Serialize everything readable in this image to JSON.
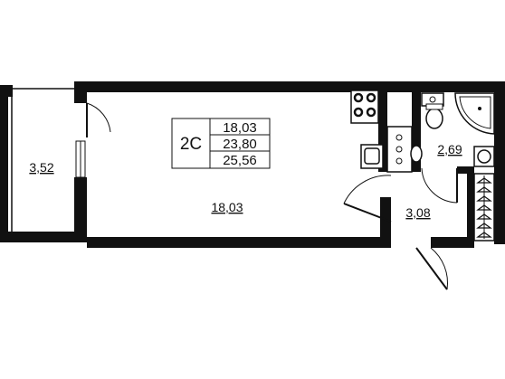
{
  "apartment": {
    "code": "2С",
    "areas": [
      "18,03",
      "23,80",
      "25,56"
    ]
  },
  "rooms": {
    "balcony": "3,52",
    "living": "18,03",
    "bathroom": "2,69",
    "hallway": "3,08"
  }
}
